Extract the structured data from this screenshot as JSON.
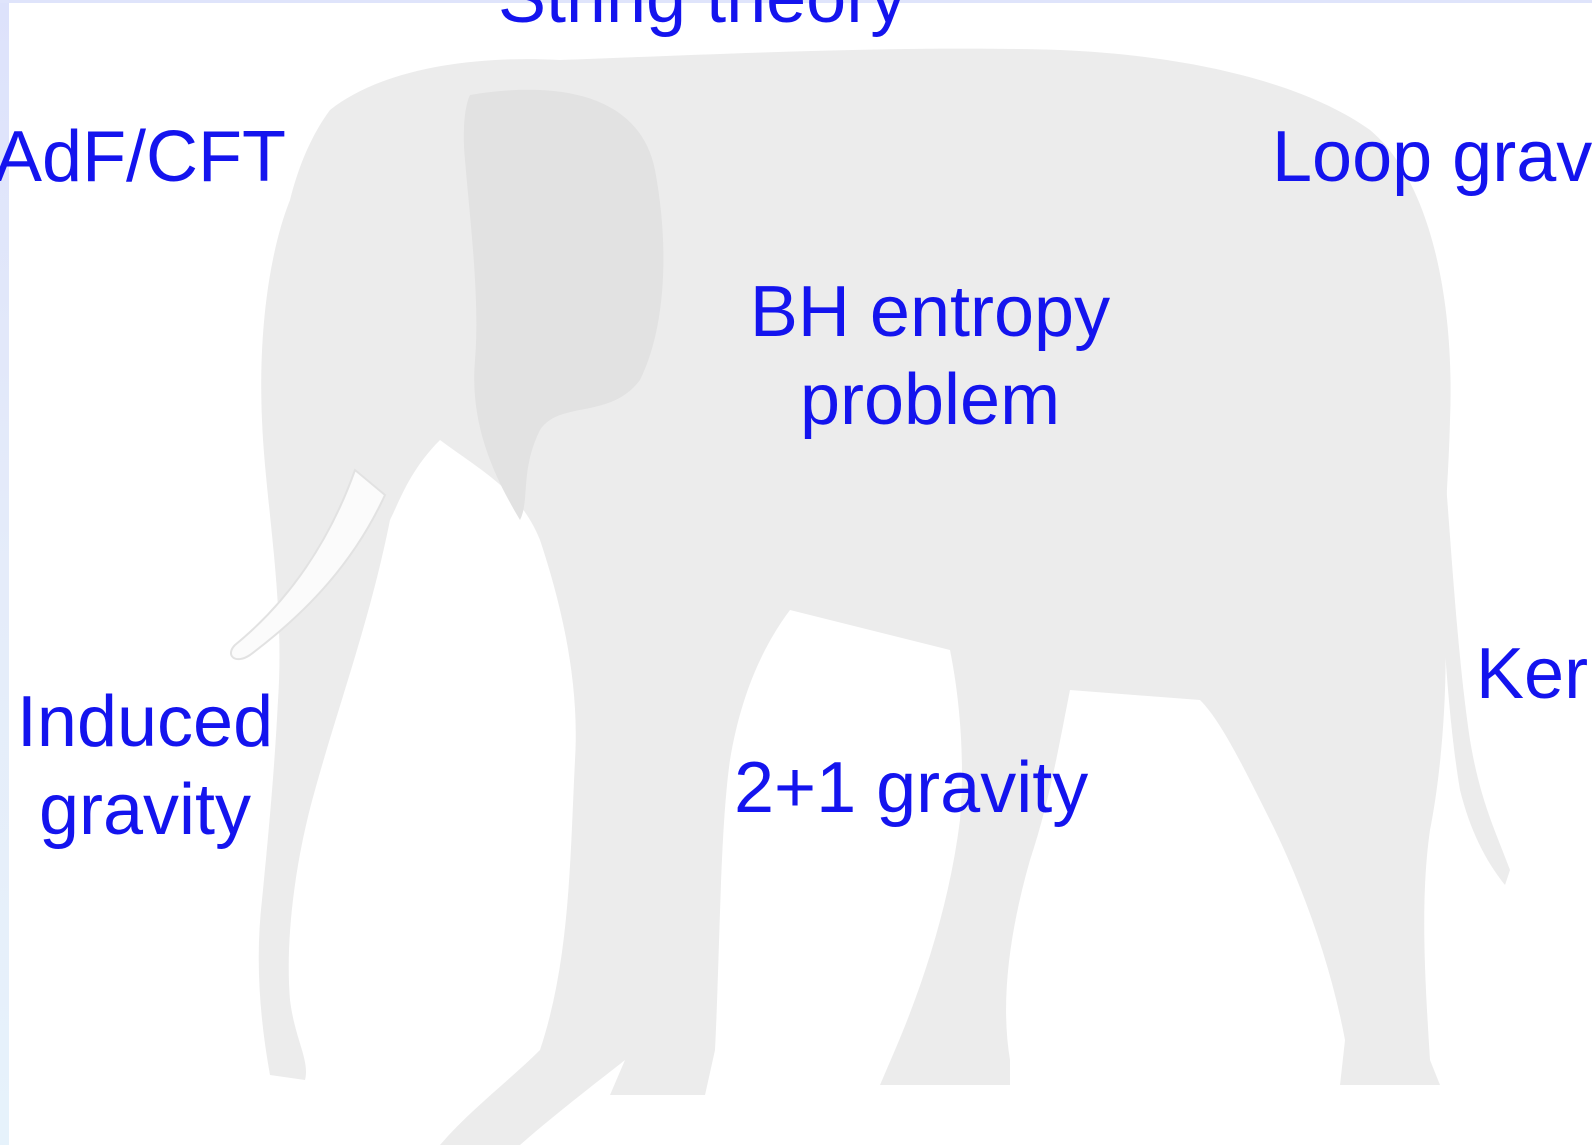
{
  "colors": {
    "label": "#1414ee",
    "elephant_fill": "#ececec",
    "elephant_shade": "#e2e2e2",
    "tusk": "#fbfbfb",
    "accent_bar": "#e0e6fa"
  },
  "figure": {
    "picture": "elephant-silhouette"
  },
  "labels": {
    "string_theory": "String theory",
    "ads_cft": "AdF/CFT",
    "loop_gravity": "Loop gravity",
    "bh_entropy_line1": "BH entropy",
    "bh_entropy_line2": "problem",
    "induced_line1": "Induced",
    "induced_line2": "gravity",
    "kerr": "Kerr",
    "gravity_2_1": "2+1 gravity"
  }
}
